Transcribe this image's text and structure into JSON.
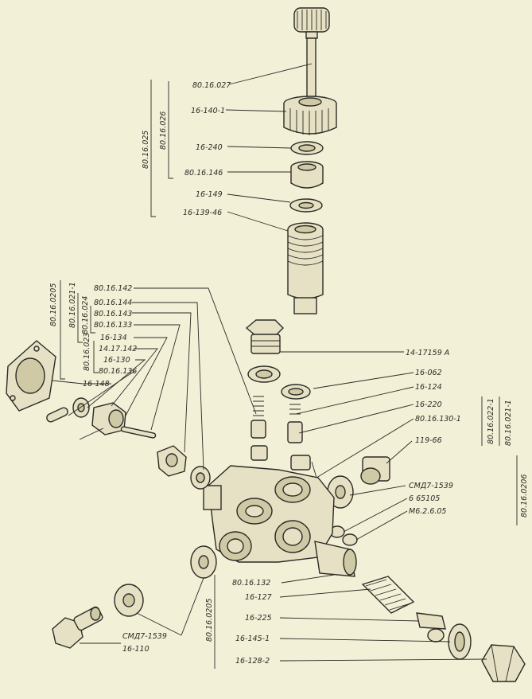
{
  "labels": [
    {
      "id": "l1",
      "text": "80.16.027"
    },
    {
      "id": "l2",
      "text": "16-140-1"
    },
    {
      "id": "l3",
      "text": "16-240"
    },
    {
      "id": "l4",
      "text": "80.16.146"
    },
    {
      "id": "l5",
      "text": "16-149"
    },
    {
      "id": "l6",
      "text": "16-139-46"
    },
    {
      "id": "l7",
      "text": "80.16.026"
    },
    {
      "id": "l8",
      "text": "80.16.025"
    },
    {
      "id": "l9",
      "text": "80.16.0205"
    },
    {
      "id": "l10",
      "text": "80.16.021-1"
    },
    {
      "id": "l11",
      "text": "80.16.024"
    },
    {
      "id": "l12",
      "text": "80.16.023"
    },
    {
      "id": "l13",
      "text": "80.16.142"
    },
    {
      "id": "l14",
      "text": "80.16.144"
    },
    {
      "id": "l15",
      "text": "80.16.143"
    },
    {
      "id": "l16",
      "text": "80.16.133"
    },
    {
      "id": "l17",
      "text": "16-134"
    },
    {
      "id": "l18",
      "text": "14.17.142"
    },
    {
      "id": "l19",
      "text": "16-130"
    },
    {
      "id": "l20",
      "text": "80.16.136"
    },
    {
      "id": "l21",
      "text": "16-148"
    },
    {
      "id": "l22",
      "text": "14-17159 А"
    },
    {
      "id": "l23",
      "text": "16-062"
    },
    {
      "id": "l24",
      "text": "16-124"
    },
    {
      "id": "l25",
      "text": "16-220"
    },
    {
      "id": "l26",
      "text": "80.16.130-1"
    },
    {
      "id": "l27",
      "text": "119-66"
    },
    {
      "id": "l28",
      "text": "80.16.022-1"
    },
    {
      "id": "l29",
      "text": "80.16.021-1"
    },
    {
      "id": "l30",
      "text": "СМД7-1539"
    },
    {
      "id": "l31",
      "text": "6 65105"
    },
    {
      "id": "l32",
      "text": "М6.2.6.05"
    },
    {
      "id": "l33",
      "text": "80.16.0206"
    },
    {
      "id": "l34",
      "text": "80.16.132"
    },
    {
      "id": "l35",
      "text": "16-127"
    },
    {
      "id": "l36",
      "text": "16-225"
    },
    {
      "id": "l37",
      "text": "16-145-1"
    },
    {
      "id": "l38",
      "text": "16-128-2"
    },
    {
      "id": "l39",
      "text": "80.16.0205"
    },
    {
      "id": "l40",
      "text": "СМД7-1539"
    },
    {
      "id": "l41",
      "text": "16-110"
    }
  ]
}
